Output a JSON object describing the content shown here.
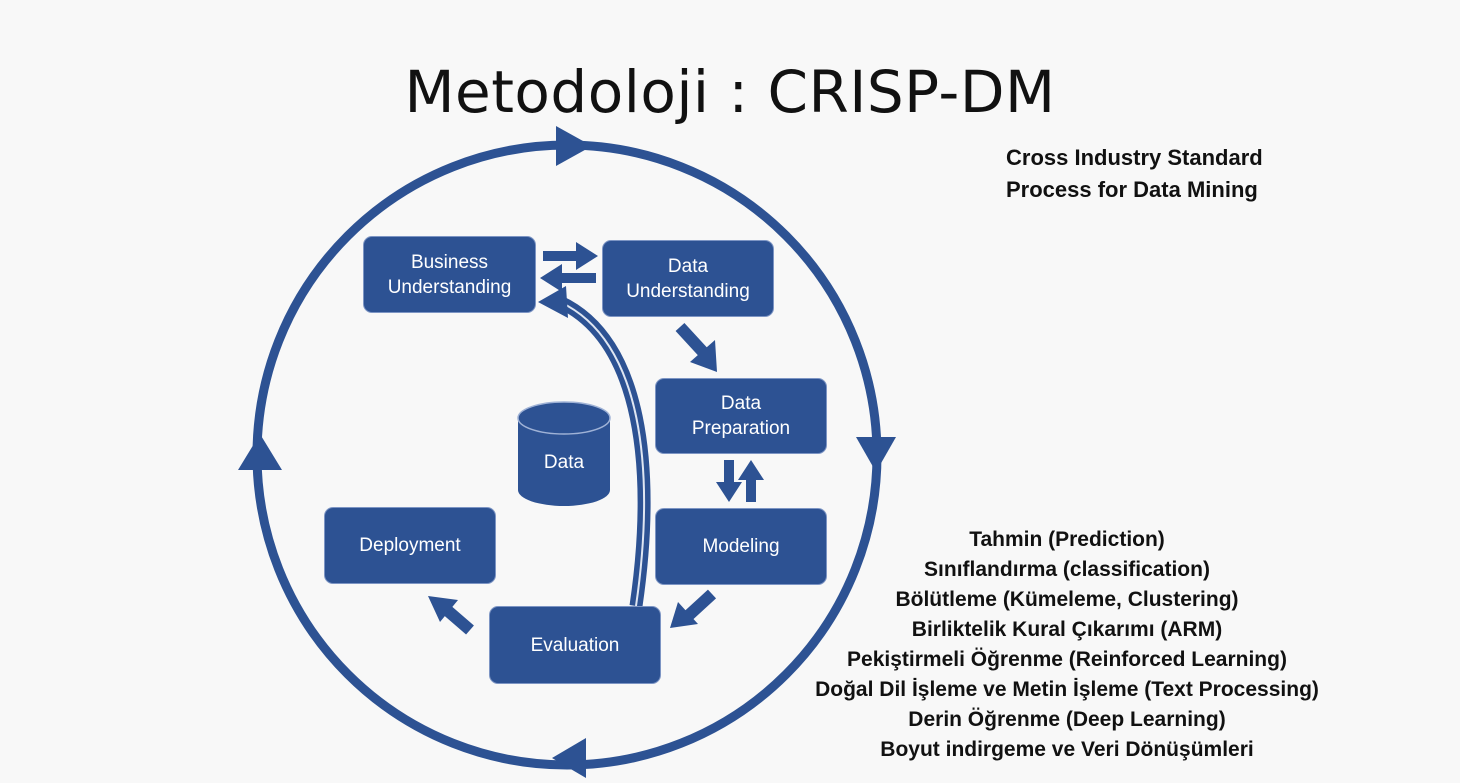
{
  "title": "Metodoloji : CRISP-DM",
  "subtitle": {
    "line1": "Cross Industry Standard",
    "line2": "Process for Data Mining"
  },
  "phases": {
    "business_understanding": {
      "line1": "Business",
      "line2": "Understanding"
    },
    "data_understanding": {
      "line1": "Data",
      "line2": "Understanding"
    },
    "data_preparation": {
      "line1": "Data",
      "line2": "Preparation"
    },
    "modeling": "Modeling",
    "evaluation": "Evaluation",
    "deployment": "Deployment",
    "data": "Data"
  },
  "tasks": [
    "Tahmin (Prediction)",
    "Sınıflandırma (classification)",
    "Bölütleme (Kümeleme, Clustering)",
    "Birliktelik Kural Çıkarımı (ARM)",
    "Pekiştirmeli Öğrenme (Reinforced Learning)",
    "Doğal Dil İşleme ve Metin İşleme (Text Processing)",
    "Derin Öğrenme (Deep Learning)",
    "Boyut indirgeme ve Veri Dönüşümleri"
  ],
  "colors": {
    "primary": "#2d5293",
    "text": "#111111",
    "background": "#f8f8f8"
  }
}
